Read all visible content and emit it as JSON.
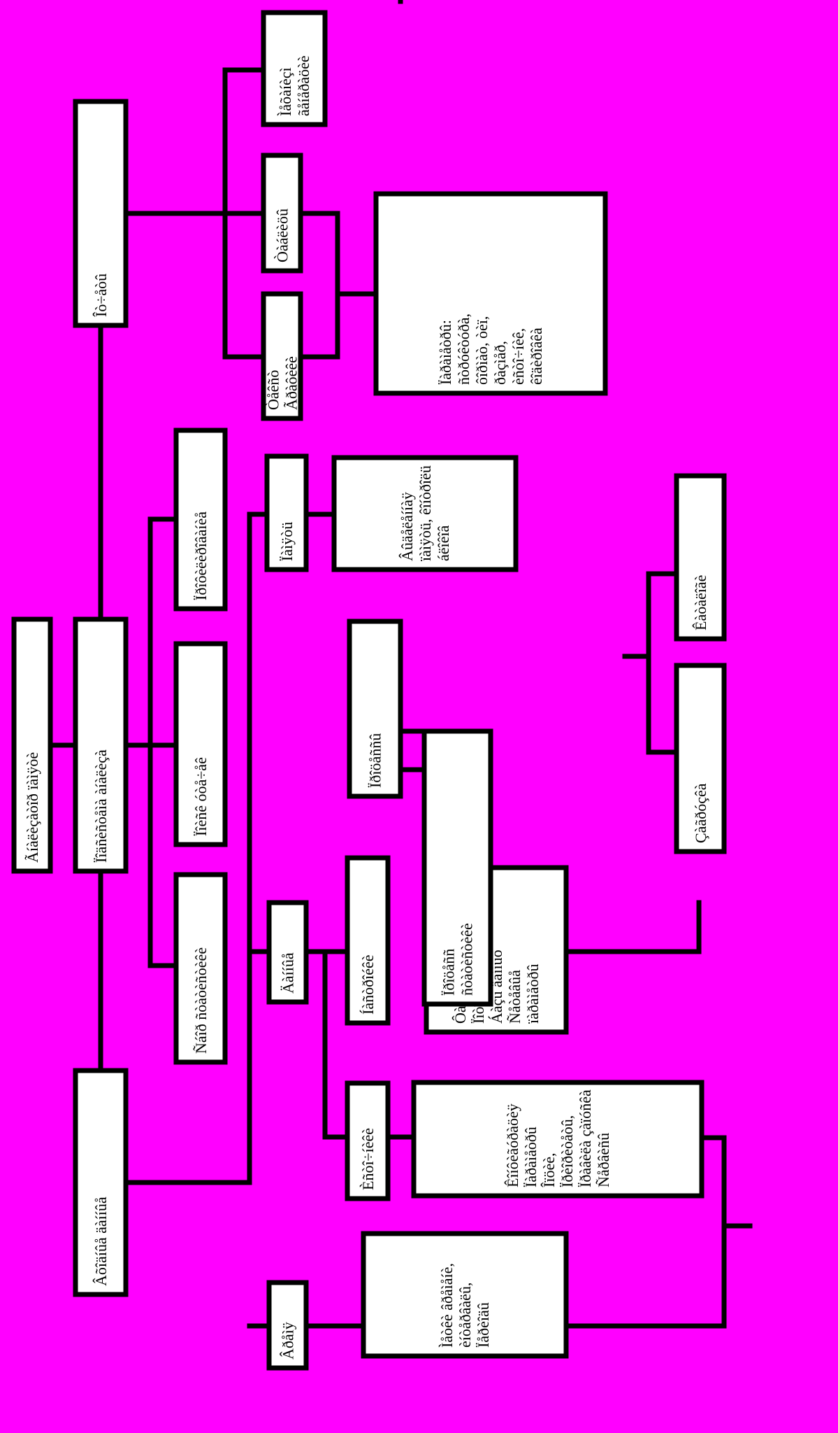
{
  "colors": {
    "background": "#ff00ff",
    "box_fill": "#ffffff",
    "stroke": "#000000"
  },
  "nodes": {
    "root": {
      "lines": [
        "Ãíàëèçàòîð ïàìÿòè"
      ]
    },
    "input": {
      "lines": [
        "Âõîäíûå äàííûå"
      ]
    },
    "engine": {
      "lines": [
        "Ïîäñèñòåìà àíàëèçà"
      ]
    },
    "output": {
      "lines": [
        "Îò÷åòû"
      ]
    },
    "engine_a": {
      "lines": [
        "Ñáîð ñòàòèñòèêè"
      ]
    },
    "engine_b": {
      "lines": [
        "Ïîèñê óòå÷åê"
      ]
    },
    "engine_c": {
      "lines": [
        "Ïðîôèëèðîâàíèå"
      ]
    },
    "out_text": {
      "lines": [
        "Òåêñò",
        "Ãðàôèêè"
      ]
    },
    "out_tables": {
      "lines": [
        "Òàáëèöû"
      ]
    },
    "out_html": {
      "lines": [
        "Ìåõàíèçì",
        "ãåíåðàöèè"
      ]
    },
    "out_detail": {
      "lines": [
        "Ïàðàìåòðû:",
        "ñòðóêòóðà,",
        "ôîðìàò, òèï,",
        "ðàçìåð,",
        "èñòî÷íèê,",
        "êîäèðîâêà"
      ]
    },
    "input_time": {
      "lines": [
        "Âðåìÿ"
      ]
    },
    "input_time_detail": {
      "lines": [
        "Ìåòêè âðåìåíè,",
        "èíòåðâàëû,",
        "Ïåðèîäû"
      ]
    },
    "input_data": {
      "lines": [
        "Äàííûå"
      ]
    },
    "input_src": {
      "lines": [
        "Èñòî÷íèêè"
      ]
    },
    "input_proc": {
      "lines": [
        "Ïðîöåññû"
      ]
    },
    "input_src_detail": {
      "lines": [
        "Ôàéëû",
        "Ïîòîêè",
        "Áàçû äàííûõ",
        "Ñåòåâûå",
        "ïàðàìåòðû"
      ]
    },
    "input_mem": {
      "lines": [
        "Ïàìÿòü"
      ]
    },
    "input_mem_detail": {
      "lines": [
        "Âûäåëåííàÿ",
        "ïàìÿòü, êîíòðîëü",
        "áëîêîâ"
      ]
    },
    "input_cfg": {
      "lines": [
        "Íàñòðîéêè"
      ]
    },
    "input_cfg_detail": {
      "lines": [
        "Êîíôèãóðàöèÿ",
        "Ïàðàìåòðû",
        "Îïöèè,",
        "Ïðèîðèòåòû,",
        "Ïðàâèëà çàïóñêà",
        "Ñåðâèñû"
      ]
    },
    "input_proc_detail": {
      "lines": [
        "Ïðîöåññ",
        "ñòàòèñòèêè"
      ]
    },
    "input_proc_a": {
      "lines": [
        "Çàãðóçêà"
      ]
    },
    "input_proc_b": {
      "lines": [
        "Êàòàëîãè"
      ]
    }
  }
}
